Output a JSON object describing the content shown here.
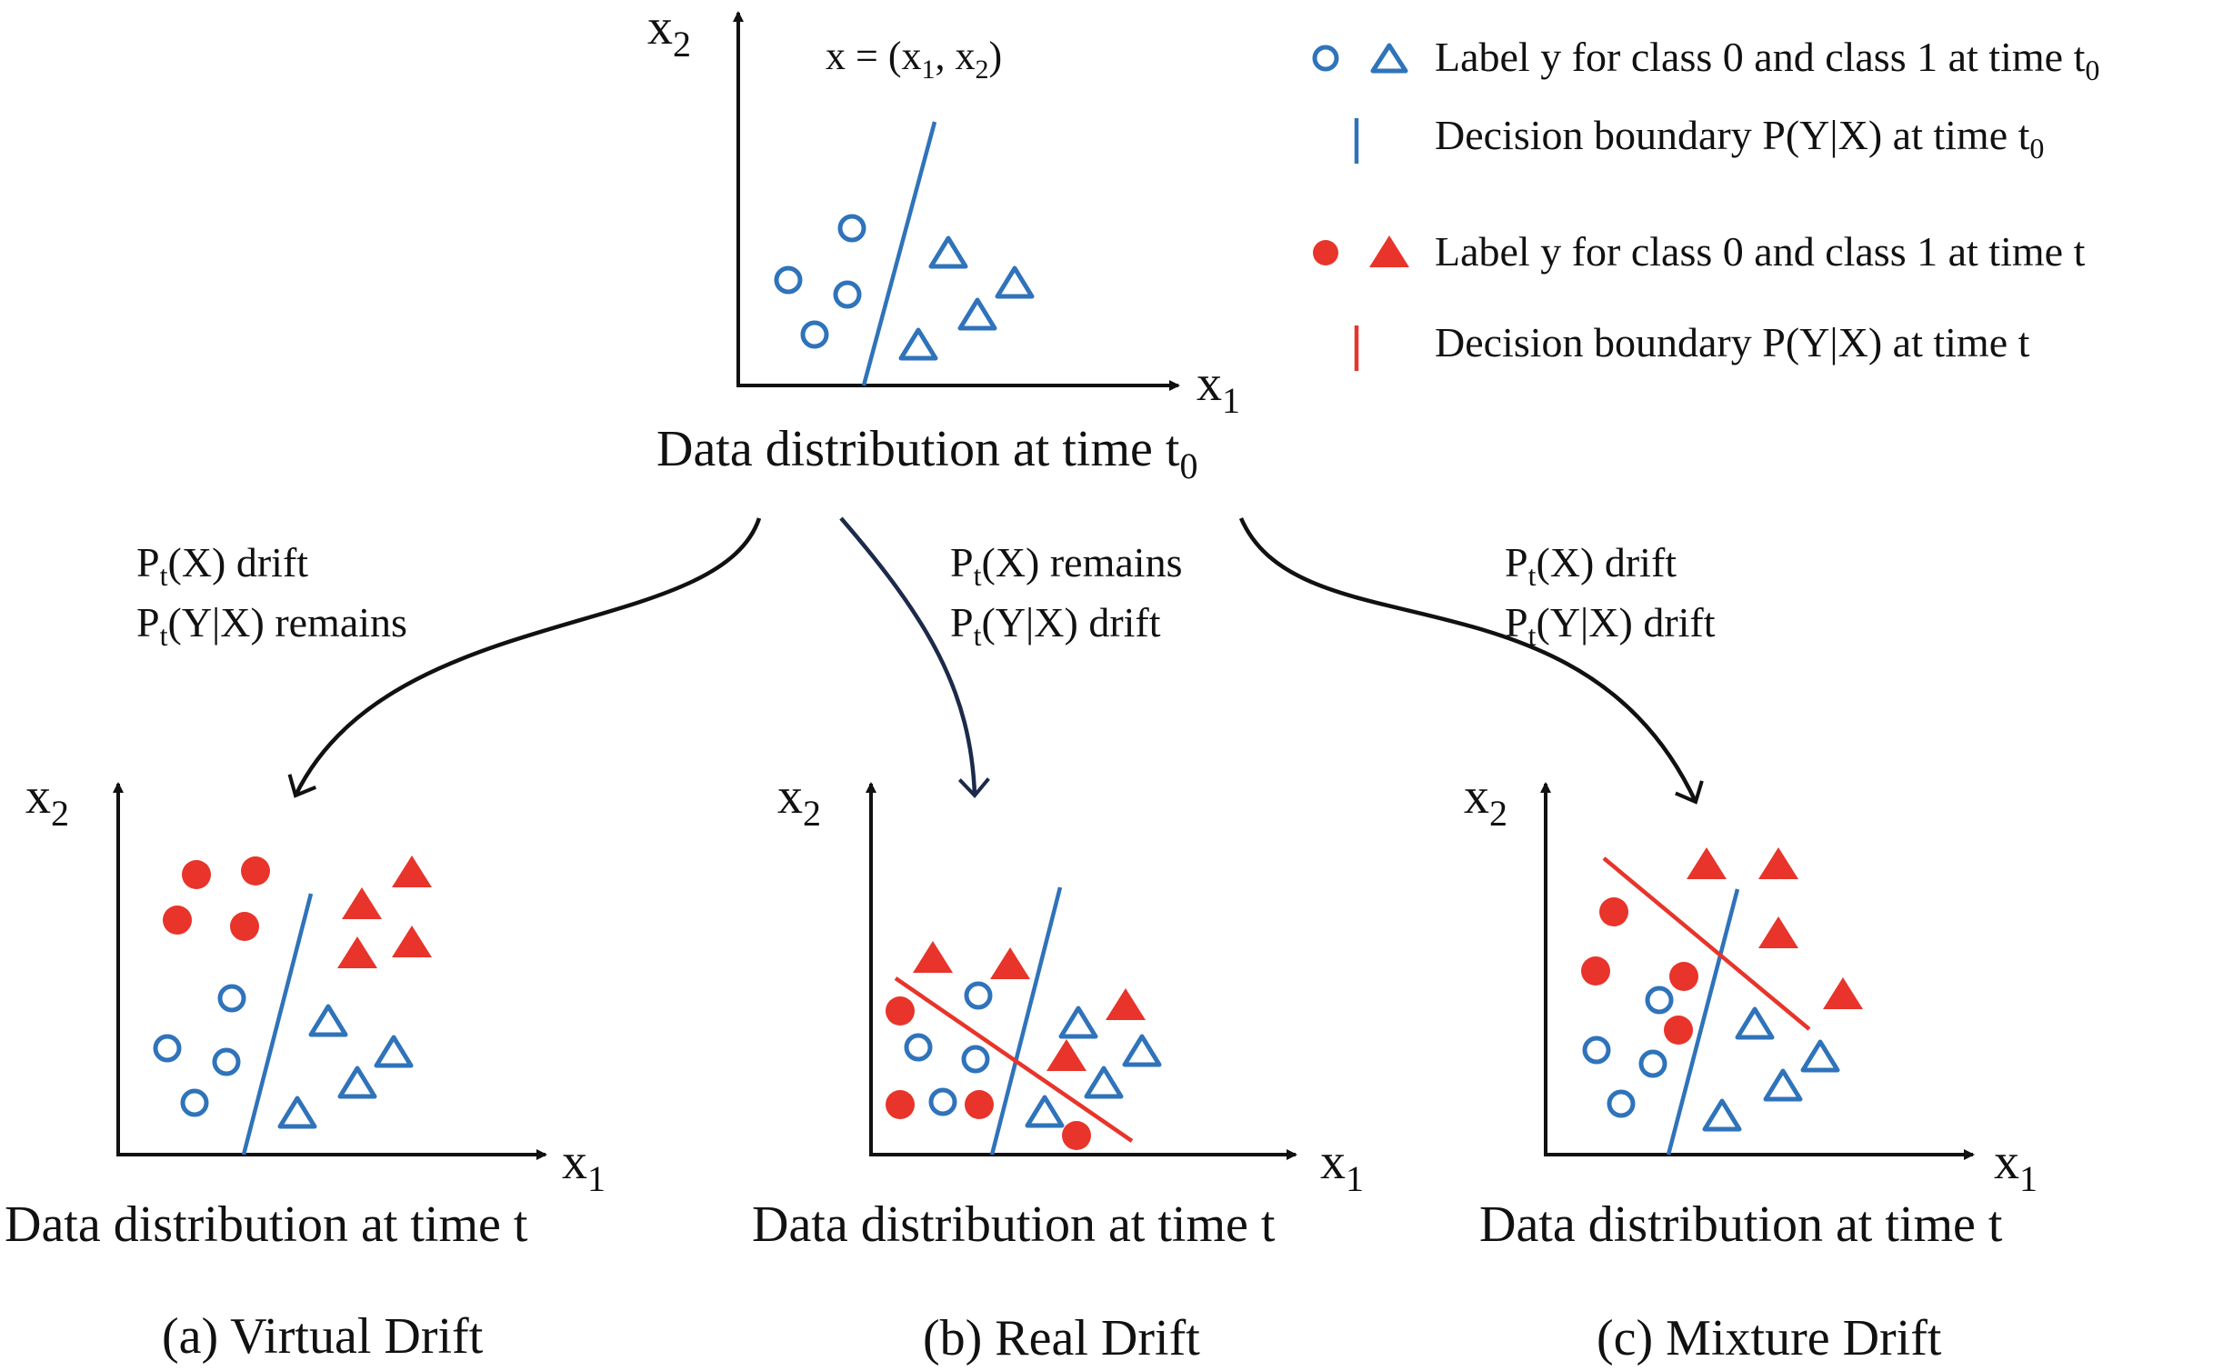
{
  "colors": {
    "blue": "#2f73ba",
    "red": "#e8342a",
    "ink": "#111111",
    "arrow_navy": "#1c2a4a"
  },
  "axis": {
    "x_label": "x",
    "x_sub": "1",
    "y_label": "x",
    "y_sub": "2"
  },
  "top": {
    "equation_left": "x = (",
    "equation_x1": "x",
    "equation_x1_sub": "1",
    "equation_comma": ", ",
    "equation_x2": "x",
    "equation_x2_sub": "2",
    "equation_right": ")",
    "caption": "Data distribution at time ",
    "caption_t": "t",
    "caption_sub": "0",
    "boundary_icon": "blue-line",
    "class0_icon": "hollow-circle",
    "class1_icon": "hollow-triangle"
  },
  "legend": {
    "row1": {
      "pre": "Label ",
      "var": "y",
      "post": " for class 0 and class 1 at time ",
      "t": "t",
      "sub": "0"
    },
    "row2": {
      "pre": "Decision boundary P(",
      "Y": "Y",
      "bar": "|",
      "X": "X",
      "post": ") at time ",
      "t": "t",
      "sub": "0"
    },
    "row3": {
      "pre": "Label ",
      "var": "y",
      "post": " for class 0 and class 1 at time ",
      "t": "t"
    },
    "row4": {
      "pre": "Decision boundary P(",
      "Y": "Y",
      "bar": "|",
      "X": "X",
      "post": ") at time ",
      "t": "t"
    }
  },
  "arrows": {
    "a": {
      "line1_P": "P",
      "line1_sub": "t",
      "line1_open": "(",
      "line1_X": "X",
      "line1_rest": ") drift",
      "line2_P": "P",
      "line2_sub": "t",
      "line2_open": "(",
      "line2_Y": "Y",
      "line2_bar": "|",
      "line2_X": "X",
      "line2_rest": ") remains"
    },
    "b": {
      "line1_P": "P",
      "line1_sub": "t",
      "line1_open": "(",
      "line1_X": "X",
      "line1_rest": ") remains",
      "line2_P": "P",
      "line2_sub": "t",
      "line2_open": "(",
      "line2_Y": "Y",
      "line2_bar": "|",
      "line2_X": "X",
      "line2_rest": ") drift"
    },
    "c": {
      "line1_P": "P",
      "line1_sub": "t",
      "line1_open": "(",
      "line1_X": "X",
      "line1_rest": ") drift",
      "line2_P": "P",
      "line2_sub": "t",
      "line2_open": "(",
      "line2_Y": "Y",
      "line2_bar": "|",
      "line2_X": "X",
      "line2_rest": ") drift"
    }
  },
  "panels": [
    {
      "caption": "Data distribution at time ",
      "caption_t": "t",
      "title": "(a) Virtual Drift"
    },
    {
      "caption": "Data distribution at time ",
      "caption_t": "t",
      "title": "(b) Real Drift"
    },
    {
      "caption": "Data distribution at time ",
      "caption_t": "t",
      "title": "(c) Mixture Drift"
    }
  ]
}
